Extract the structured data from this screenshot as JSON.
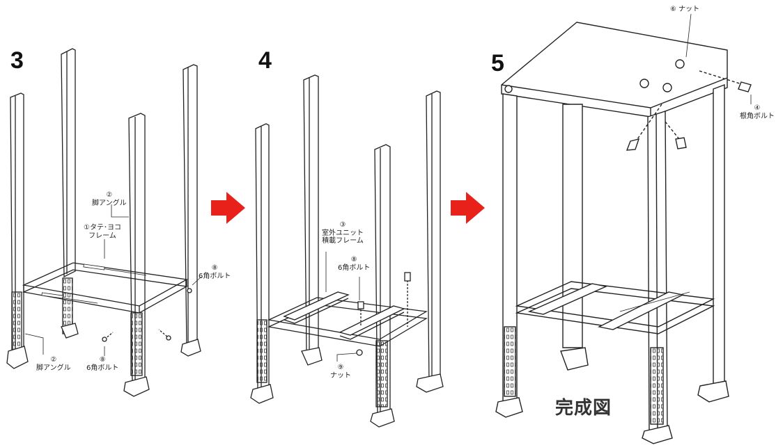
{
  "steps": [
    {
      "number": "3",
      "labels": [
        {
          "key": "leg-angle-top",
          "text": "②\n脚アングル"
        },
        {
          "key": "frame",
          "text": "①タテ･ヨコ\nフレーム"
        },
        {
          "key": "bolt-right",
          "text": "⑧\n6角ボルト"
        },
        {
          "key": "leg-angle-bottom",
          "text": "②\n脚アングル"
        },
        {
          "key": "bolt-bottom",
          "text": "⑧\n6角ボルト"
        }
      ]
    },
    {
      "number": "4",
      "labels": [
        {
          "key": "mount-frame",
          "text": "③\n室外ユニット\n積載フレーム"
        },
        {
          "key": "bolt",
          "text": "⑧\n6角ボルト"
        },
        {
          "key": "nut",
          "text": "⑨\nナット"
        }
      ]
    },
    {
      "number": "5",
      "labels": [
        {
          "key": "nut-top",
          "text": "⑥ ナット"
        },
        {
          "key": "root-bolt",
          "text": "④\n根角ボルト"
        }
      ],
      "caption": "完成図"
    }
  ],
  "arrow_color": "#e8221b"
}
